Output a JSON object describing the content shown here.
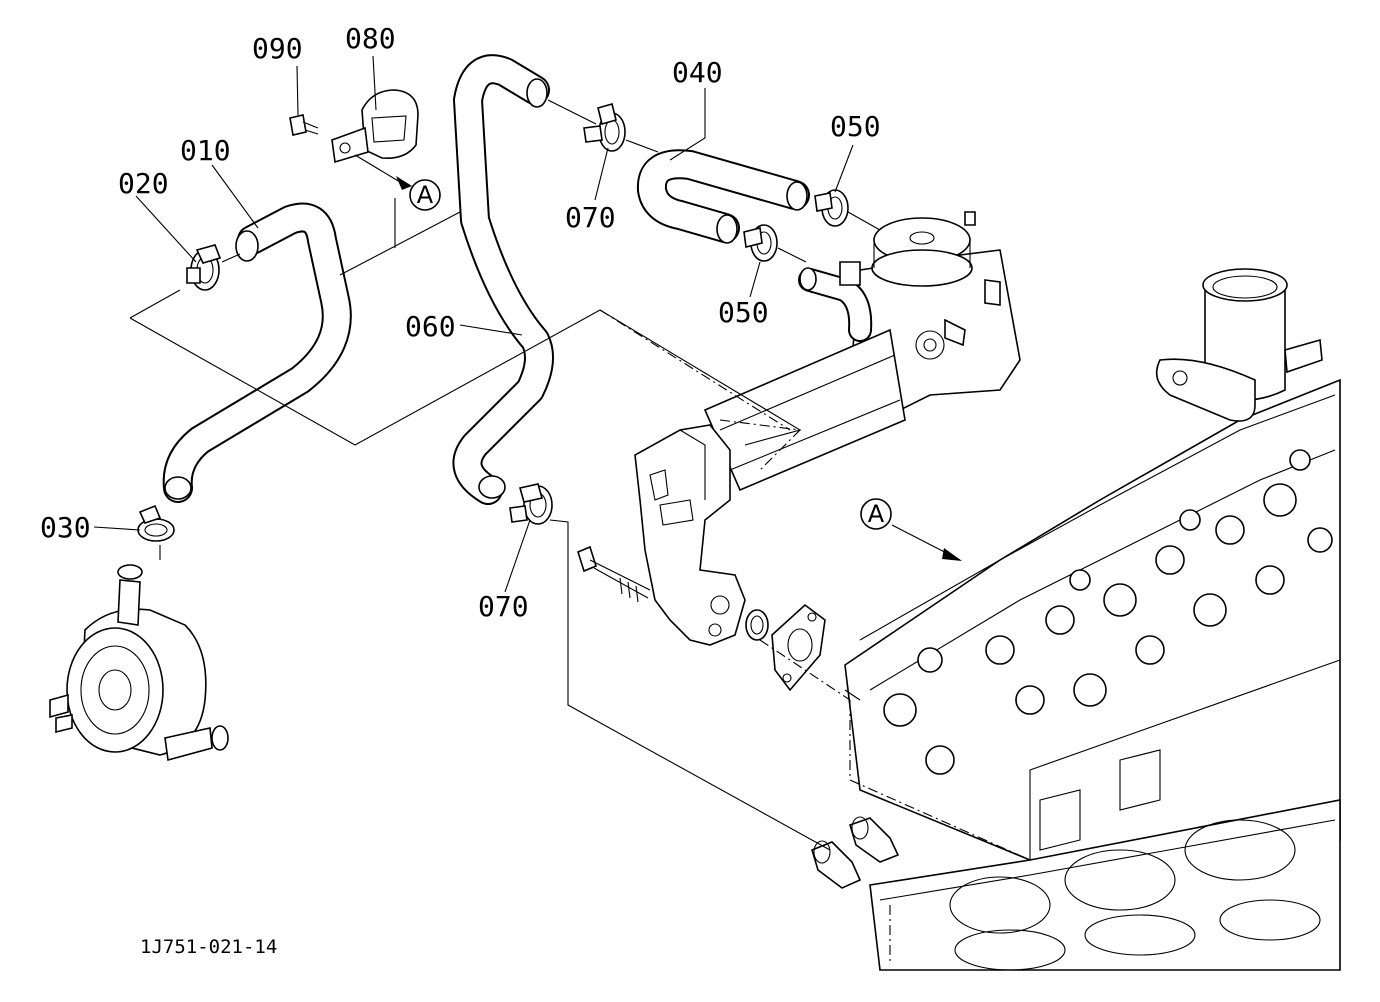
{
  "labels": {
    "p010": "010",
    "p020": "020",
    "p030": "030",
    "p040": "040",
    "p050a": "050",
    "p050b": "050",
    "p060": "060",
    "p070a": "070",
    "p070b": "070",
    "p080": "080",
    "p090": "090"
  },
  "refs": {
    "a1": "A",
    "a2": "A"
  },
  "drawing_number": "1J751-021-14"
}
